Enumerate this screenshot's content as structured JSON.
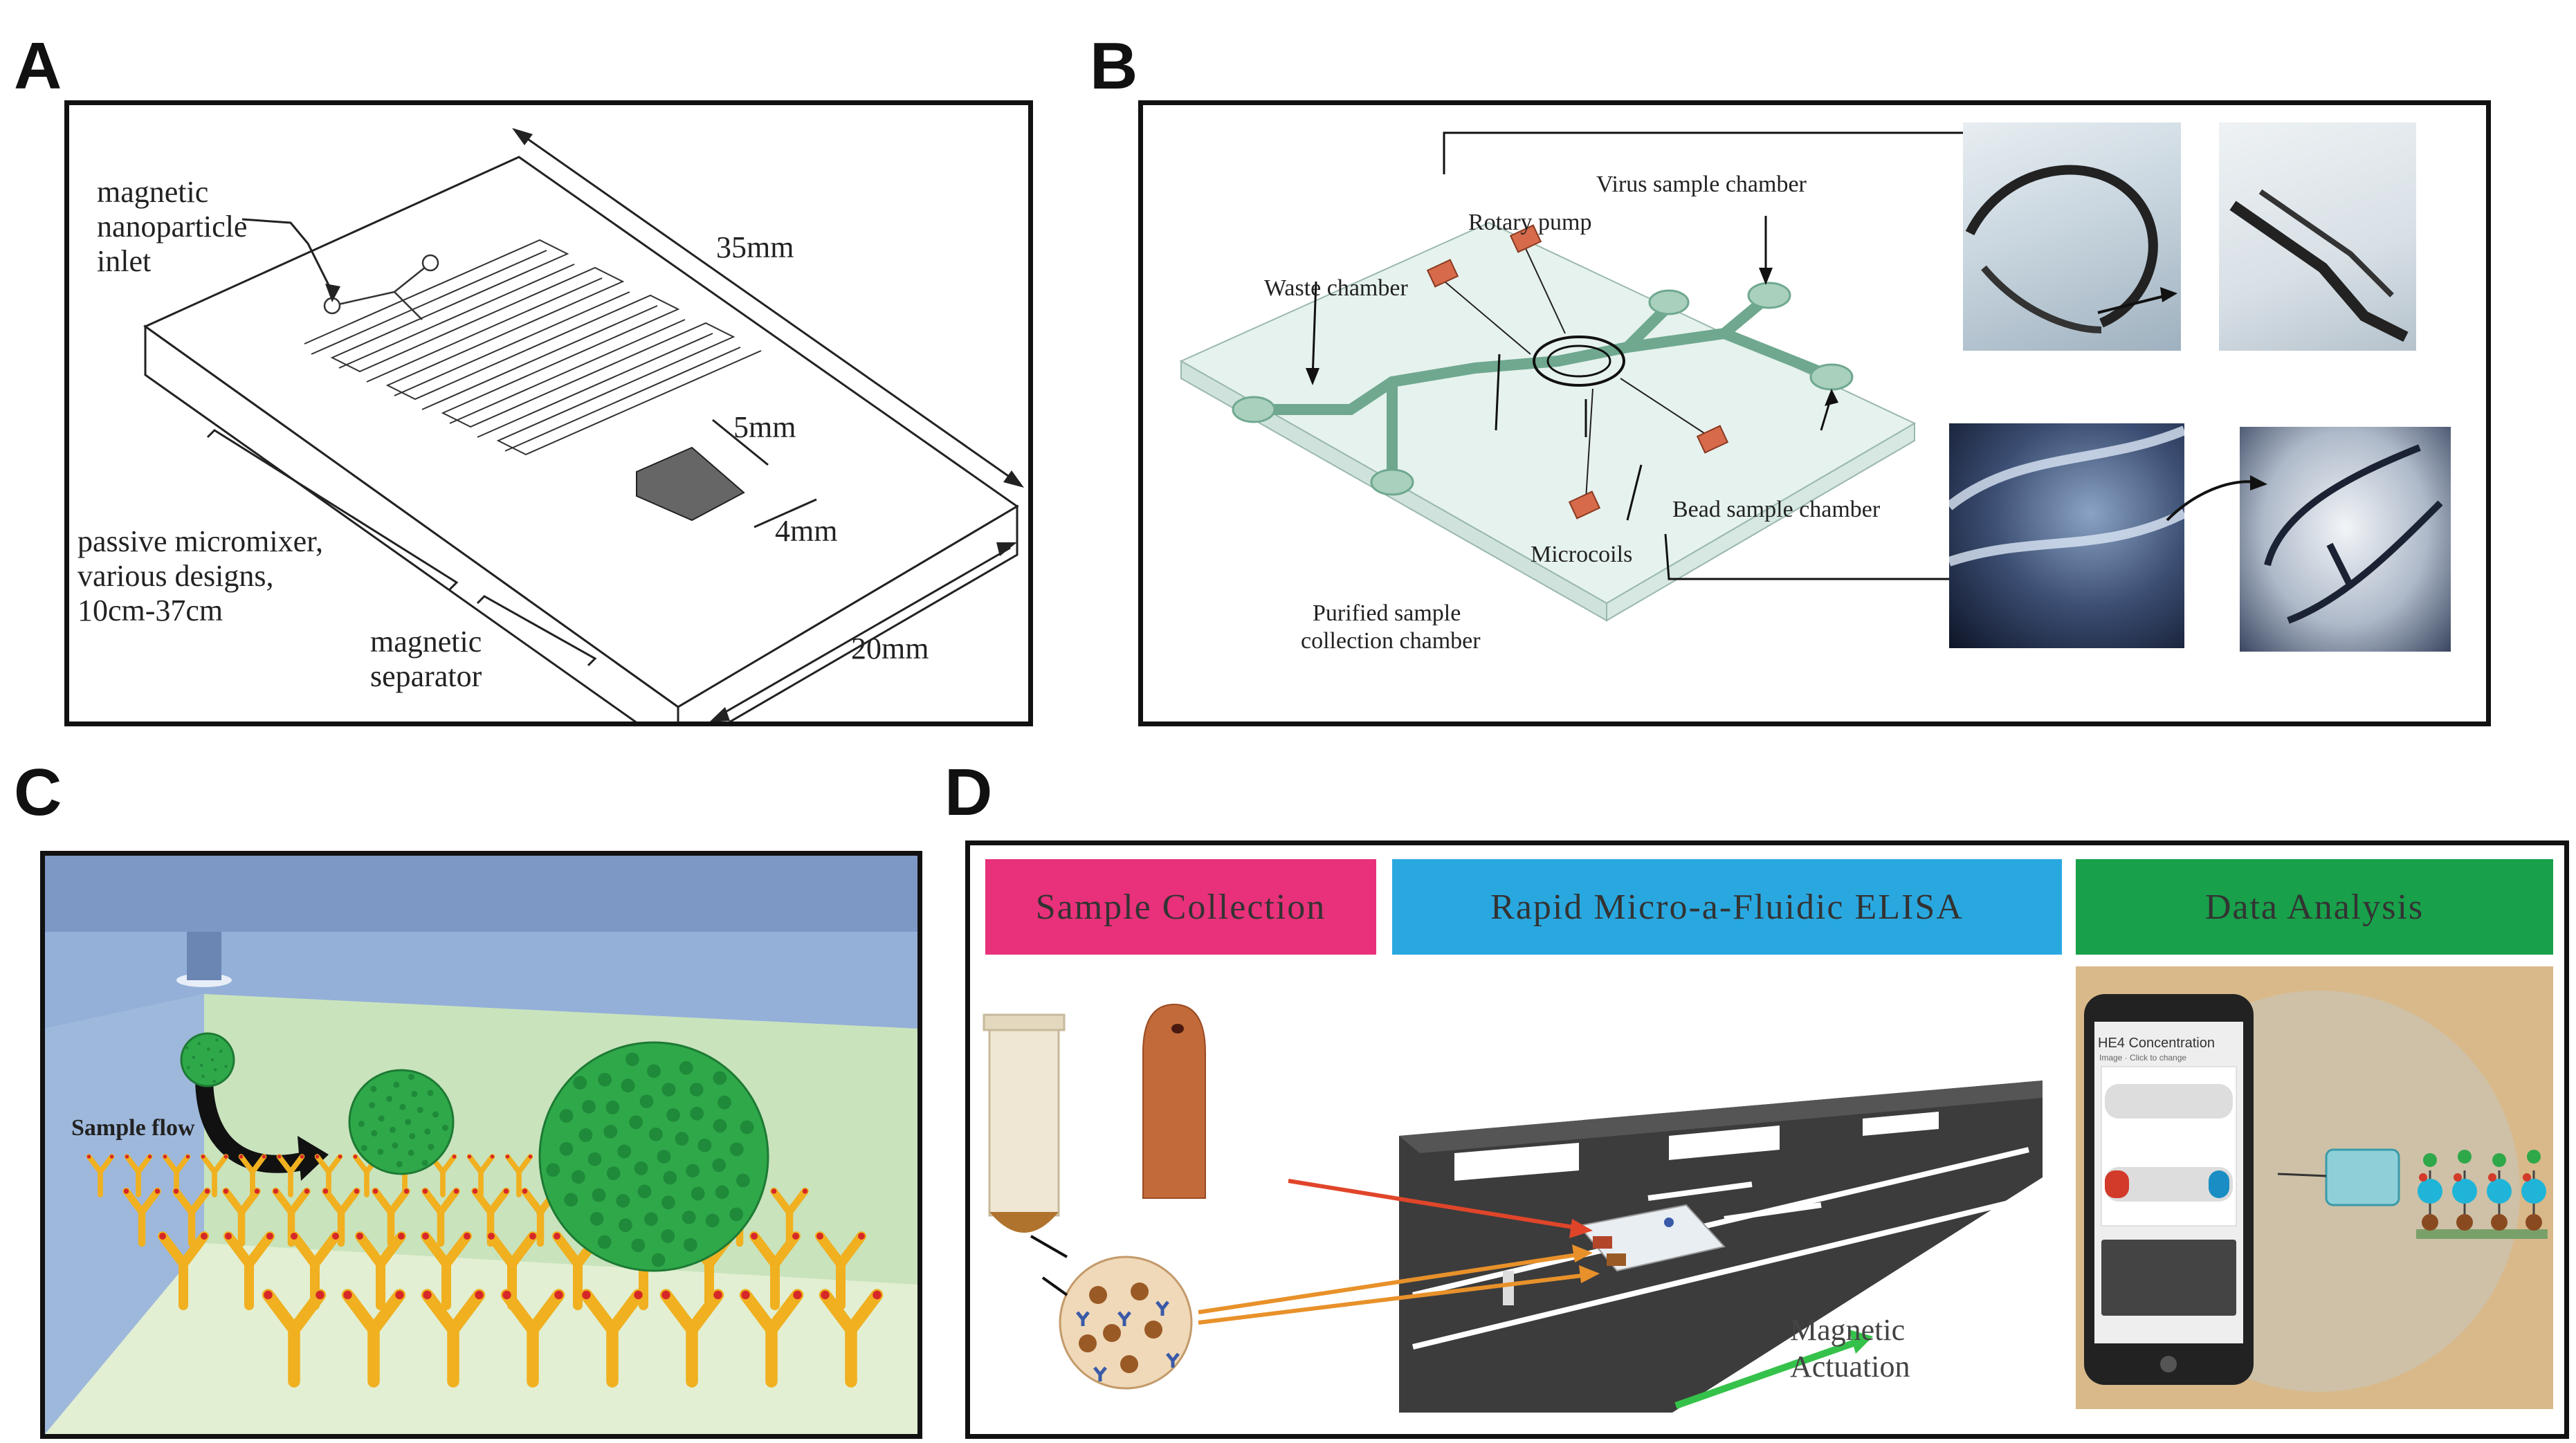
{
  "panels": {
    "a": {
      "letter": "A",
      "labels": {
        "inlet": [
          "magnetic",
          "nanoparticle",
          "inlet"
        ],
        "dim_35": "35mm",
        "dim_5": "5mm",
        "dim_4": "4mm",
        "dim_20": "20mm",
        "mixer": [
          "passive micromixer,",
          "various designs,",
          "10cm-37cm"
        ],
        "separator": [
          "magnetic",
          "separator"
        ]
      }
    },
    "b": {
      "letter": "B",
      "labels": {
        "virus": "Virus sample chamber",
        "rotary": "Rotary pump",
        "waste": "Waste chamber",
        "bead": "Bead sample chamber",
        "microcoils": "Microcoils",
        "purified": [
          "Purified sample",
          "collection chamber"
        ]
      }
    },
    "c": {
      "letter": "C",
      "labels": {
        "flow": "Sample flow"
      }
    },
    "d": {
      "letter": "D",
      "headers": {
        "collection": "Sample  Collection",
        "elisa": "Rapid Micro-a-Fluidic ELISA",
        "analysis": "Data Analysis"
      },
      "labels": {
        "actuation": [
          "Magnetic",
          "Actuation"
        ]
      },
      "phone": {
        "title": "HE4 Concentration",
        "subtitle": "Image · Click to change"
      }
    }
  },
  "colors": {
    "header_pink": "#e8317a",
    "header_blue": "#29a8e0",
    "header_green": "#18a04a",
    "antibody": "#f0b020",
    "virus": "#2fa84a",
    "arrow_red": "#e0452a",
    "arrow_orange": "#e8912a",
    "arrow_green": "#35c24a"
  }
}
